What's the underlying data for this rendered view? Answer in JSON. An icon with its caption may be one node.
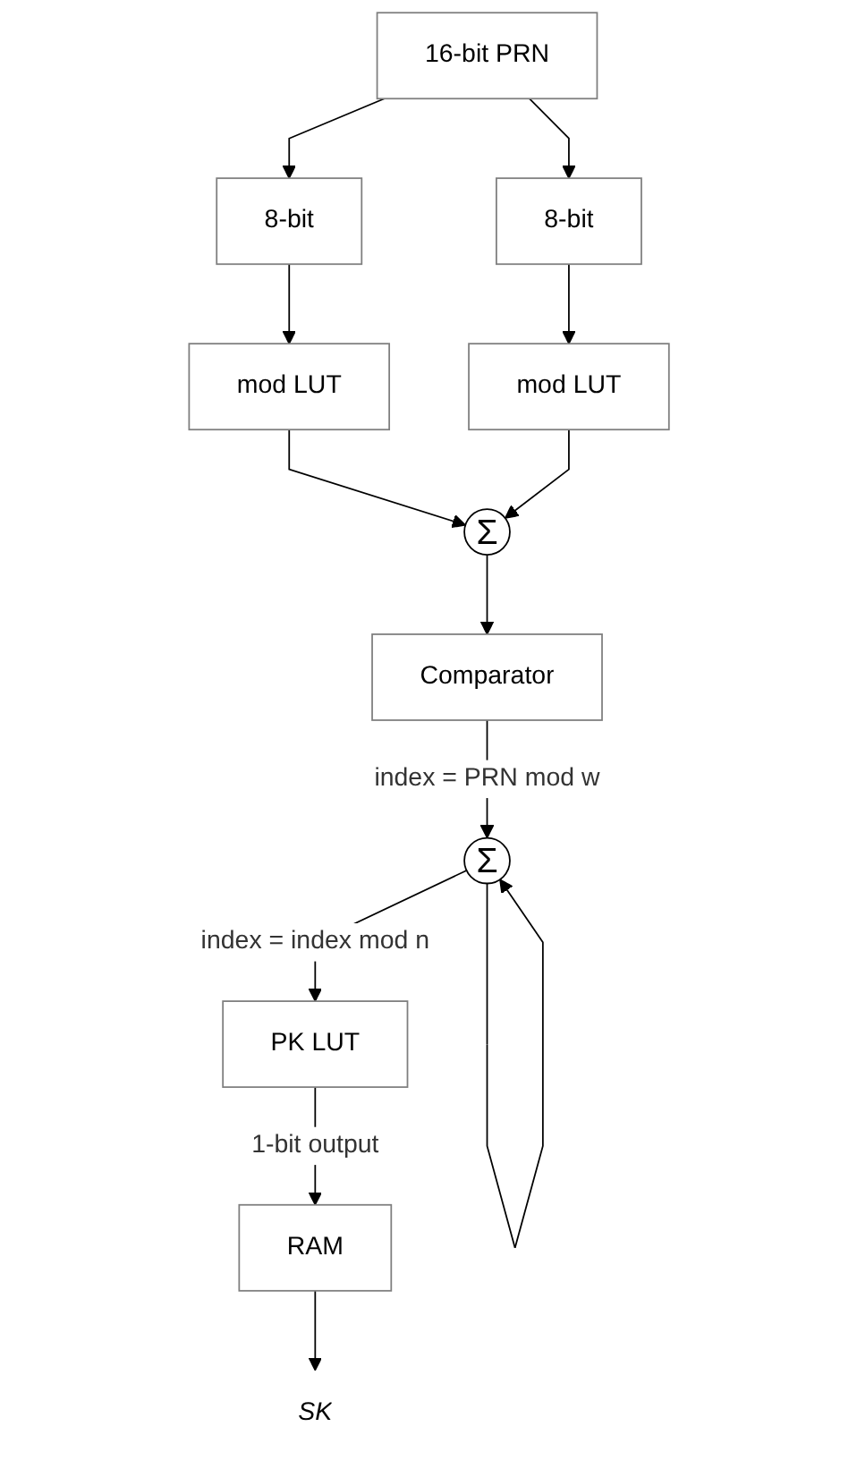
{
  "diagram": {
    "nodes": [
      {
        "text": [
          "16-bit PRN"
        ]
      },
      {
        "text": [
          "8-bit"
        ]
      },
      {
        "text": [
          "8-bit"
        ]
      },
      {
        "text": [
          "mod LUT"
        ]
      },
      {
        "text": [
          "mod LUT"
        ]
      },
      {
        "text": [
          "Σ"
        ]
      },
      {
        "text": [
          "Comparator"
        ]
      },
      {
        "text": [
          "Σ"
        ]
      },
      {
        "text": [
          "PK LUT"
        ]
      },
      {
        "text": [
          "RAM"
        ]
      },
      {
        "text": [
          "SK"
        ]
      }
    ],
    "edges": [
      {
        "from": 0,
        "to": 1,
        "arrow": "to"
      },
      {
        "from": 0,
        "to": 2,
        "arrow": "to"
      },
      {
        "from": 1,
        "to": 3,
        "arrow": "to"
      },
      {
        "from": 2,
        "to": 4,
        "arrow": "to"
      },
      {
        "from": 3,
        "to": 5,
        "arrow": "to"
      },
      {
        "from": 4,
        "to": 5,
        "arrow": "to"
      },
      {
        "from": 5,
        "to": 6,
        "arrow": "to"
      },
      {
        "from": 6,
        "to": 7,
        "label": "index = PRN mod w",
        "arrow": "to"
      },
      {
        "from": 7,
        "to": 7,
        "arrow": "to"
      },
      {
        "from": 7,
        "to": 8,
        "label": "index = index mod n",
        "arrow": "to"
      },
      {
        "from": 8,
        "to": 9,
        "label": "1-bit output",
        "arrow": "to"
      },
      {
        "from": 9,
        "to": 10,
        "arrow": "to"
      }
    ]
  }
}
